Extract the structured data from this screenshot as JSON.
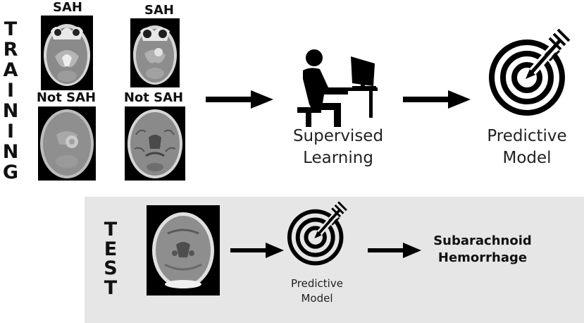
{
  "training": {
    "word": [
      "T",
      "R",
      "A",
      "I",
      "N",
      "I",
      "N",
      "G"
    ],
    "scans": [
      {
        "label": "SAH"
      },
      {
        "label": "SAH"
      },
      {
        "label": "Not SAH"
      },
      {
        "label": "Not SAH"
      }
    ],
    "learner_caption": [
      "Supervised",
      "Learning"
    ],
    "model_caption": [
      "Predictive",
      "Model"
    ]
  },
  "test": {
    "word": [
      "T",
      "E",
      "S",
      "T"
    ],
    "model_caption": [
      "Predictive",
      "Model"
    ],
    "result": [
      "Subarachnoid",
      "Hemorrhage"
    ],
    "panel_color": "#e6e6e6"
  },
  "icons": {
    "learner": "person-at-computer-icon",
    "target": "target-with-arrows-icon",
    "arrow": "right-arrow-icon"
  }
}
